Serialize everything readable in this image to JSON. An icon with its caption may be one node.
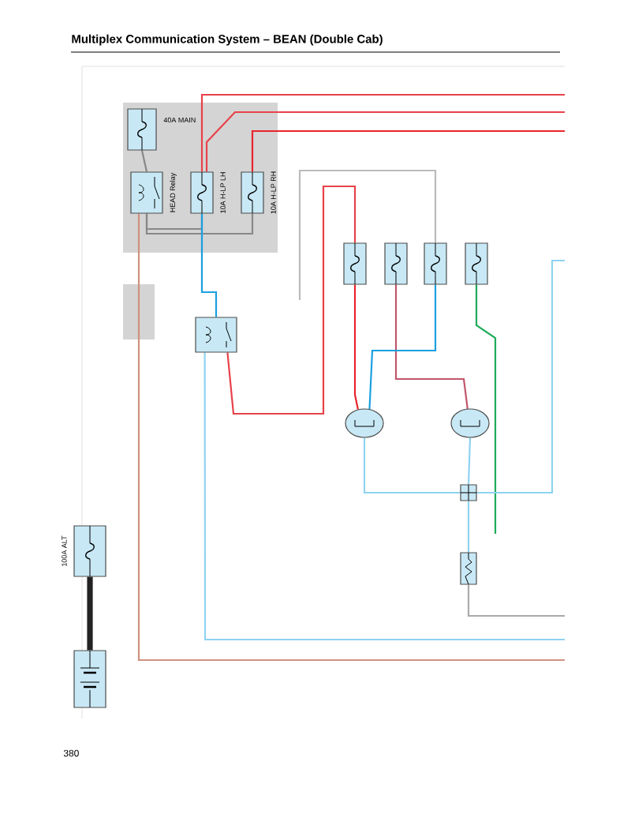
{
  "diagram": {
    "title": "Multiplex Communication System – BEAN (Double Cab)",
    "nodes": [
      {
        "text": [],
        "shape": "box",
        "beside": [
          "40A MAIN"
        ]
      },
      {
        "text": [],
        "shape": "box",
        "beside": [
          "HEAD Relay"
        ]
      },
      {
        "text": [],
        "shape": "box",
        "beside": [
          "10A H-LP LH"
        ]
      },
      {
        "text": [],
        "shape": "box",
        "beside": [
          "10A H-LP RH"
        ]
      },
      {
        "text": [],
        "shape": "box"
      },
      {
        "text": [],
        "shape": "box"
      },
      {
        "text": [],
        "shape": "box"
      },
      {
        "text": [],
        "shape": "box"
      },
      {
        "text": [],
        "shape": "box"
      },
      {
        "text": [],
        "shape": "circle"
      },
      {
        "text": [],
        "shape": "circle"
      },
      {
        "text": [],
        "shape": "box"
      },
      {
        "text": [],
        "shape": "box"
      },
      {
        "text": [],
        "shape": "box",
        "beside": [
          "100A ALT"
        ]
      },
      {
        "text": [],
        "shape": "box"
      }
    ],
    "edges": [
      {
        "from": 2,
        "to": null,
        "arrow": "none",
        "color": "#e8424a"
      },
      {
        "from": 2,
        "to": null,
        "arrow": "none",
        "color": "#e8424a"
      },
      {
        "from": 3,
        "to": null,
        "arrow": "none",
        "color": "#e8242c"
      },
      {
        "from": 0,
        "to": 1,
        "arrow": "none",
        "color": "#888888"
      },
      {
        "from": 1,
        "to": 2,
        "arrow": "none",
        "color": "#888888"
      },
      {
        "from": 1,
        "to": 3,
        "arrow": "none",
        "color": "#888888"
      },
      {
        "from": 2,
        "to": 4,
        "arrow": "none",
        "color": "#1aa0e0"
      },
      {
        "from": 4,
        "to": null,
        "arrow": "none",
        "color": "#8fd3f0"
      },
      {
        "from": 4,
        "to": 5,
        "arrow": "none",
        "color": "#e8424a"
      },
      {
        "from": 5,
        "to": 9,
        "arrow": "none",
        "color": "#e8242c"
      },
      {
        "from": 6,
        "to": 10,
        "arrow": "none",
        "color": "#c0566a"
      },
      {
        "from": 7,
        "to": 9,
        "arrow": "none",
        "color": "#1aa0e0"
      },
      {
        "from": 8,
        "to": null,
        "arrow": "none",
        "color": "#1faa5a"
      },
      {
        "from": 9,
        "to": 11,
        "arrow": "none",
        "color": "#8fd3f0"
      },
      {
        "from": 10,
        "to": 11,
        "arrow": "none",
        "color": "#8fd3f0"
      },
      {
        "from": 11,
        "to": null,
        "arrow": "none",
        "color": "#8fd3f0"
      },
      {
        "from": 11,
        "to": 12,
        "arrow": "none",
        "color": "#8fd3f0"
      },
      {
        "from": 12,
        "to": null,
        "arrow": "none",
        "color": "#aaaaaa"
      },
      {
        "from": 1,
        "to": null,
        "arrow": "none",
        "color": "#d09080"
      },
      {
        "from": 7,
        "to": null,
        "arrow": "none",
        "color": "#bbbbbb"
      },
      {
        "from": 13,
        "to": 14,
        "arrow": "none",
        "style": "thick",
        "color": "#222222"
      }
    ],
    "labels": [
      "380"
    ]
  }
}
